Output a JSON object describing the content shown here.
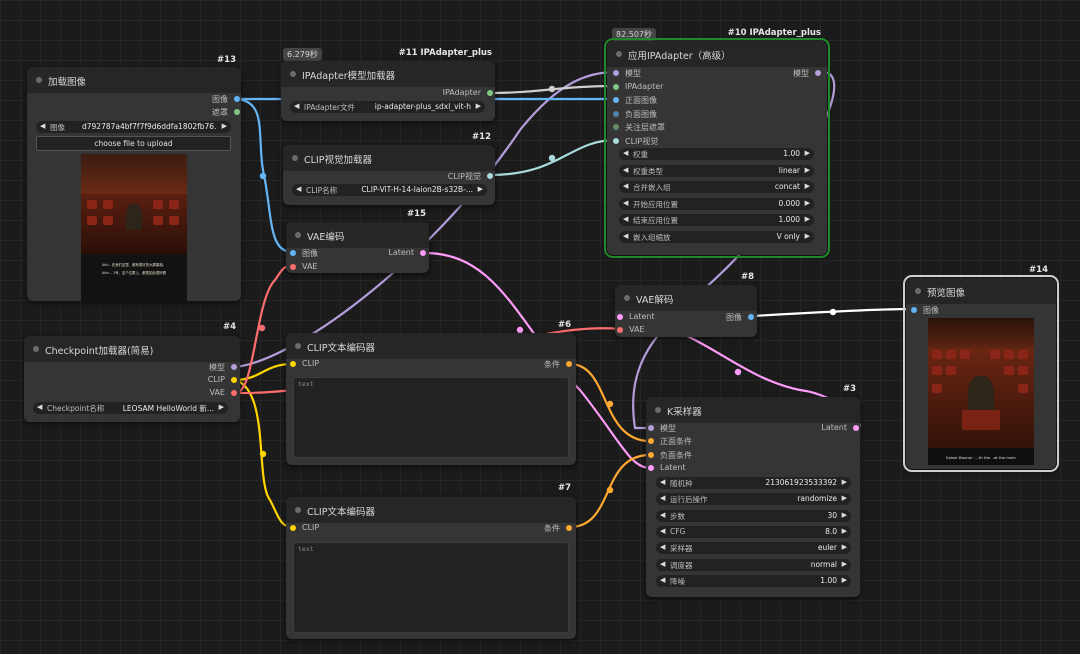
{
  "colors": {
    "model": "#b39ddb",
    "clip": "#ffd500",
    "vae": "#ff6e6e",
    "latent": "#ff9cf9",
    "image": "#64b5f6",
    "conditioning": "#ffa931",
    "mask": "#81c784",
    "ipadapter": "#cfcfcf",
    "clip_vision": "#a8dadc",
    "white": "#ffffff"
  },
  "nodes": {
    "load_image": {
      "id": "#13",
      "title": "加载图像",
      "outputs": {
        "image": "图像",
        "mask": "遮罩"
      },
      "widget": {
        "name": "图像",
        "value": "d792787a4bf7f7f9d6ddfa1802fb76..."
      },
      "upload_label": "choose file to upload",
      "caption_line1": "Ahh.. 在我们这里，都有很好的大屏幕相。",
      "caption_line2": "Ahh... 1号，这个位置上，都是如此很好看"
    },
    "ipadapter_loader": {
      "id": "#11 IPAdapter_plus",
      "time": "6.279秒",
      "title": "IPAdapter模型加载器",
      "output": "IPAdapter",
      "widget": {
        "name": "IPAdapter文件",
        "value": "ip-adapter-plus_sdxl_vit-h"
      }
    },
    "clip_vision_loader": {
      "id": "#12",
      "title": "CLIP视觉加载器",
      "output": "CLIP视觉",
      "widget": {
        "name": "CLIP名称",
        "value": "CLIP-ViT-H-14-laion2B-s32B-..."
      }
    },
    "vae_encode": {
      "id": "#15",
      "title": "VAE编码",
      "inputs": {
        "image": "图像",
        "vae": "VAE"
      },
      "output": "Latent"
    },
    "checkpoint": {
      "id": "#4",
      "title": "Checkpoint加载器(简易)",
      "outputs": {
        "model": "模型",
        "clip": "CLIP",
        "vae": "VAE"
      },
      "widget": {
        "name": "Checkpoint名称",
        "value": "LEOSAM HelloWorld 新..."
      }
    },
    "clip_text_pos": {
      "id": "#6",
      "title": "CLIP文本编码器",
      "input": "CLIP",
      "output": "条件",
      "placeholder": "text"
    },
    "clip_text_neg": {
      "id": "#7",
      "title": "CLIP文本编码器",
      "input": "CLIP",
      "output": "条件",
      "placeholder": "text"
    },
    "apply_ipadapter": {
      "id": "#10 IPAdapter_plus",
      "time": "82.507秒",
      "title": "应用IPAdapter（高级）",
      "inputs": [
        "模型",
        "IPAdapter",
        "正面图像",
        "负面图像",
        "关注层遮罩",
        "CLIP视觉"
      ],
      "output": "模型",
      "widgets": [
        {
          "name": "权重",
          "value": "1.00"
        },
        {
          "name": "权重类型",
          "value": "linear"
        },
        {
          "name": "合并嵌入组",
          "value": "concat"
        },
        {
          "name": "开始应用位置",
          "value": "0.000"
        },
        {
          "name": "结束应用位置",
          "value": "1.000"
        },
        {
          "name": "嵌入组缩放",
          "value": "V only"
        }
      ]
    },
    "vae_decode": {
      "id": "#8",
      "title": "VAE解码",
      "inputs": {
        "latent": "Latent",
        "vae": "VAE"
      },
      "output": "图像"
    },
    "ksampler": {
      "id": "#3",
      "title": "K采样器",
      "inputs": [
        "模型",
        "正面条件",
        "负面条件",
        "Latent"
      ],
      "output": "Latent",
      "widgets": [
        {
          "name": "随机种",
          "value": "213061923533392"
        },
        {
          "name": "运行后操作",
          "value": "randomize"
        },
        {
          "name": "步数",
          "value": "30"
        },
        {
          "name": "CFG",
          "value": "8.0"
        },
        {
          "name": "采样器",
          "value": "euler"
        },
        {
          "name": "调度器",
          "value": "normal"
        },
        {
          "name": "降噪",
          "value": "1.00"
        }
      ]
    },
    "preview": {
      "id": "#14",
      "title": "预览图像",
      "input": "图像",
      "caption": "Kaiser Banner - ..th the ..at the main "
    }
  }
}
